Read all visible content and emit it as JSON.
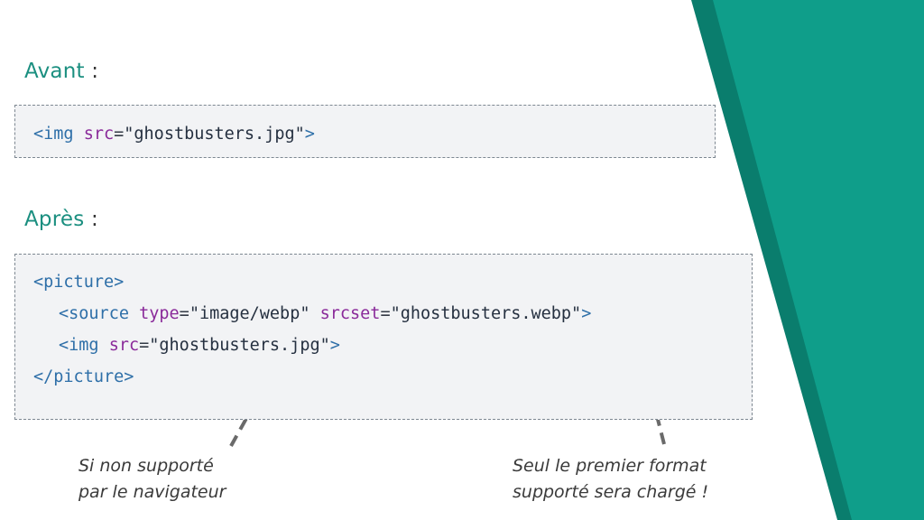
{
  "colors": {
    "accent": "#1b8f80",
    "band_light": "#0f9e8a",
    "band_dark": "#0a7d6d",
    "code_bg": "#f2f3f5"
  },
  "before": {
    "heading": "Avant",
    "colon": ":",
    "line1": {
      "open": "<img ",
      "attr": "src",
      "eq": "=",
      "val": "\"ghostbusters.jpg\"",
      "close": ">"
    }
  },
  "after": {
    "heading": "Après",
    "colon": ":",
    "picture_open": "<picture>",
    "source": {
      "open": "<source ",
      "attr1": "type",
      "eq1": "=",
      "val1": "\"image/webp\"",
      "space": " ",
      "attr2": "srcset",
      "eq2": "=",
      "val2": "\"ghostbusters.webp\"",
      "close": ">"
    },
    "img": {
      "open": "<img ",
      "attr": "src",
      "eq": "=",
      "val": "\"ghostbusters.jpg\"",
      "close": ">"
    },
    "picture_close": "</picture>"
  },
  "notes": {
    "left_line1": "Si non supporté",
    "left_line2": "par le navigateur",
    "right_line1": "Seul le premier format",
    "right_line2": "supporté sera chargé !"
  },
  "icons": [
    "dashed-arrow-icon"
  ]
}
